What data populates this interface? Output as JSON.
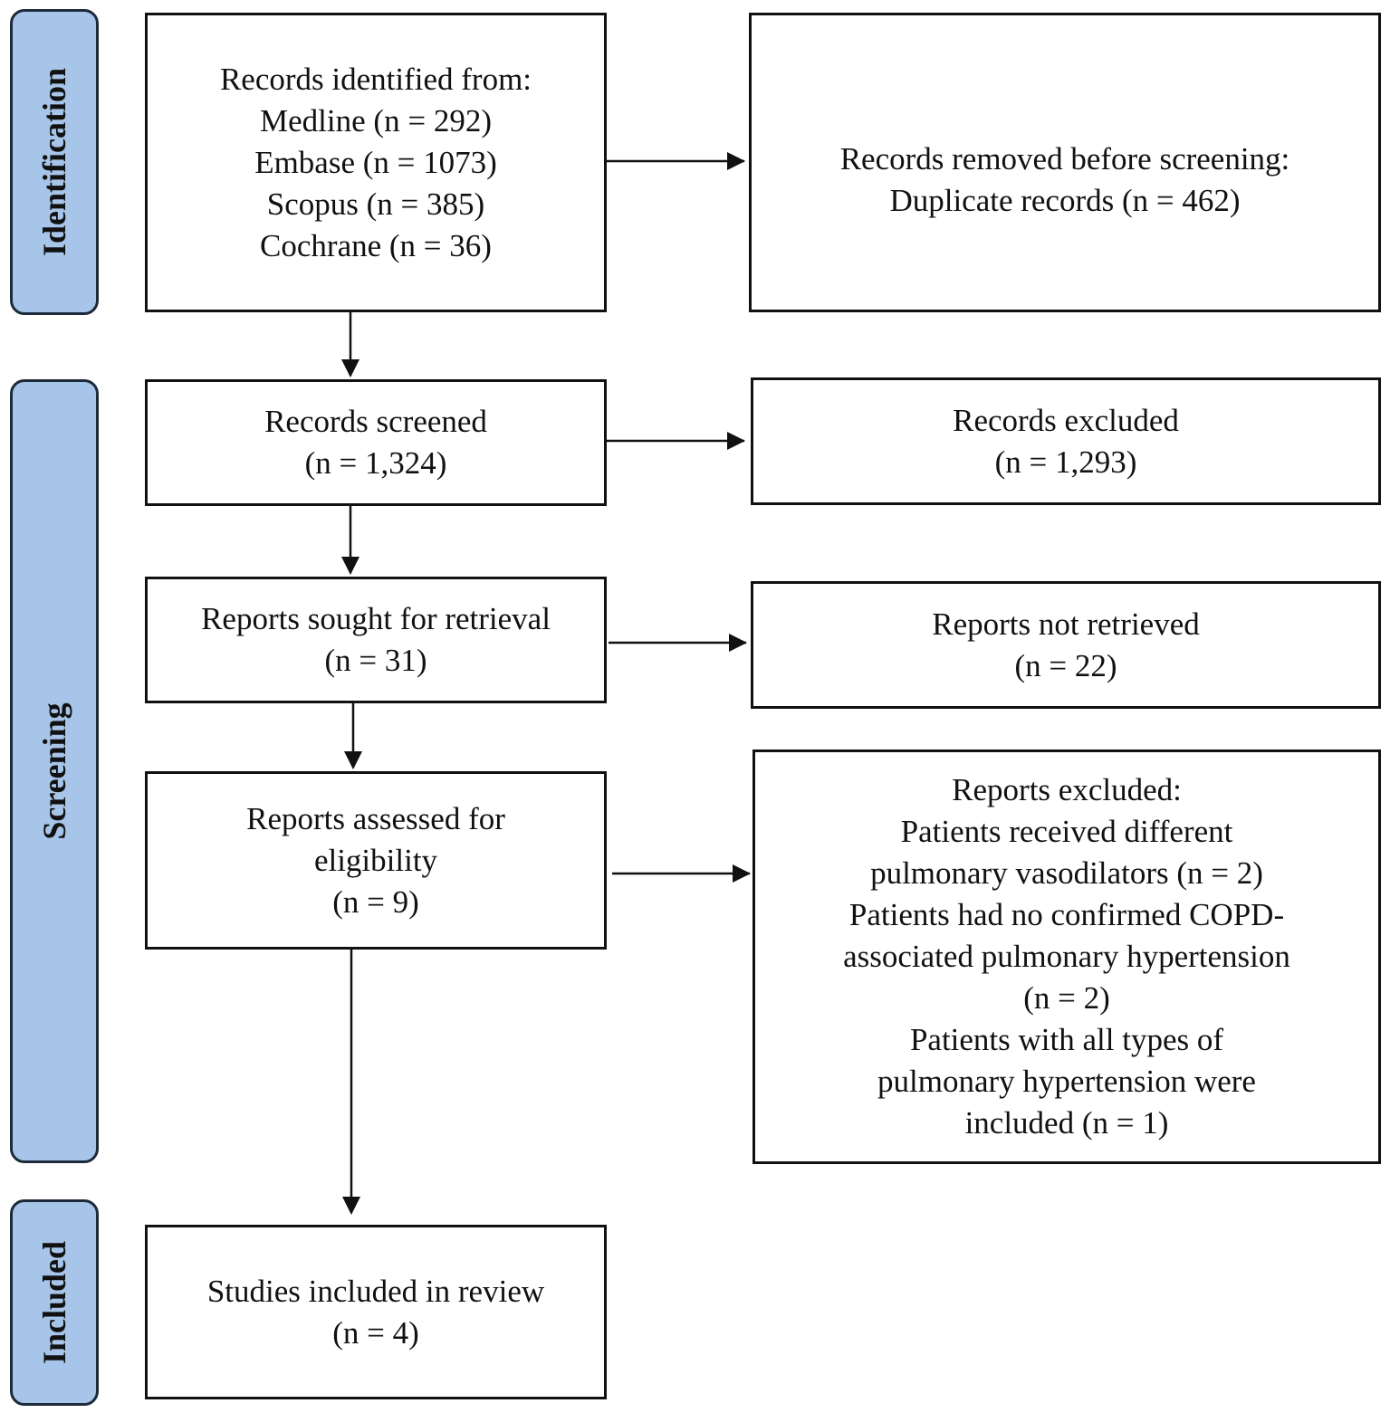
{
  "phases": {
    "identification": "Identification",
    "screening": "Screening",
    "included": "Included"
  },
  "boxes": {
    "identified": {
      "lines": [
        "Records identified from:",
        "Medline (n = 292)",
        "Embase (n = 1073)",
        "Scopus (n = 385)",
        "Cochrane (n = 36)"
      ]
    },
    "removed": {
      "lines": [
        "Records removed before screening:",
        "Duplicate records (n = 462)"
      ]
    },
    "screened": {
      "lines": [
        "Records screened",
        "(n = 1,324)"
      ]
    },
    "excluded": {
      "lines": [
        "Records excluded",
        "(n = 1,293)"
      ]
    },
    "sought": {
      "lines": [
        "Reports sought for retrieval",
        "(n = 31)"
      ]
    },
    "not_retrieved": {
      "lines": [
        "Reports not retrieved",
        "(n = 22)"
      ]
    },
    "assessed": {
      "lines": [
        "Reports assessed for",
        "eligibility",
        "(n = 9)"
      ]
    },
    "reports_excluded": {
      "lines": [
        "Reports excluded:",
        "Patients received different",
        "pulmonary vasodilators (n = 2)",
        "Patients had no confirmed COPD-",
        "associated pulmonary hypertension",
        "(n = 2)",
        "Patients with all types of",
        "pulmonary hypertension were",
        "included (n = 1)"
      ]
    },
    "included": {
      "lines": [
        "Studies included in review",
        "(n = 4)"
      ]
    }
  },
  "colors": {
    "phase_fill": "#a7c5e8",
    "phase_border": "#1c2a3a",
    "box_border": "#111111"
  }
}
